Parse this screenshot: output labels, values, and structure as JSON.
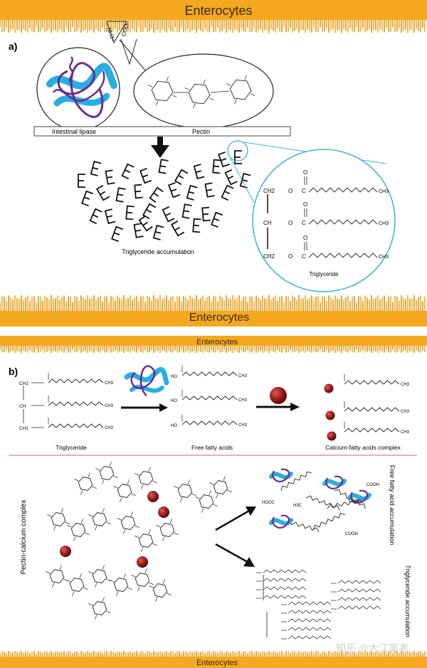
{
  "band": {
    "top": "Enterocytes",
    "mid_big": "Enterocytes",
    "mid_small": "Enterocytes",
    "bottom": "Enterocytes"
  },
  "panel_a": {
    "label": "a)",
    "tag_nh3": "NH3+",
    "tag_coo": "COO-",
    "box_left": "Intestinal lipase",
    "box_right": "Pectin",
    "caption_accum": "Triglyceride accumulation",
    "caption_tg": "Triglyceride",
    "mol": {
      "ch2": "CH2",
      "ch": "CH",
      "o": "O",
      "c": "C",
      "ch3": "CH3"
    }
  },
  "panel_b": {
    "label": "b)",
    "caption_tg": "Triglyceride",
    "caption_ffa": "Free fatty acids",
    "caption_complex": "Calcium-fatty acids complex",
    "side_pectin": "Pectin-calcium complex",
    "side_ffa": "Free fatty acid accumulation",
    "side_tg": "Triglyceride accumulation",
    "mol": {
      "ch2": "CH2",
      "ch": "CH",
      "ch3": "CH3",
      "ho": "HO",
      "cooh": "COOH",
      "hooc": "HOOC",
      "h3c": "H3C"
    }
  },
  "watermark": "知乎 @大江富者",
  "colors": {
    "band": "#F4A81F",
    "band_dark": "#E58F0D",
    "cyan": "#3BB3D1",
    "lipase_purple": "#6A2C91",
    "lipase_blue": "#27AEE3",
    "calcium": "#8E1B1B"
  }
}
